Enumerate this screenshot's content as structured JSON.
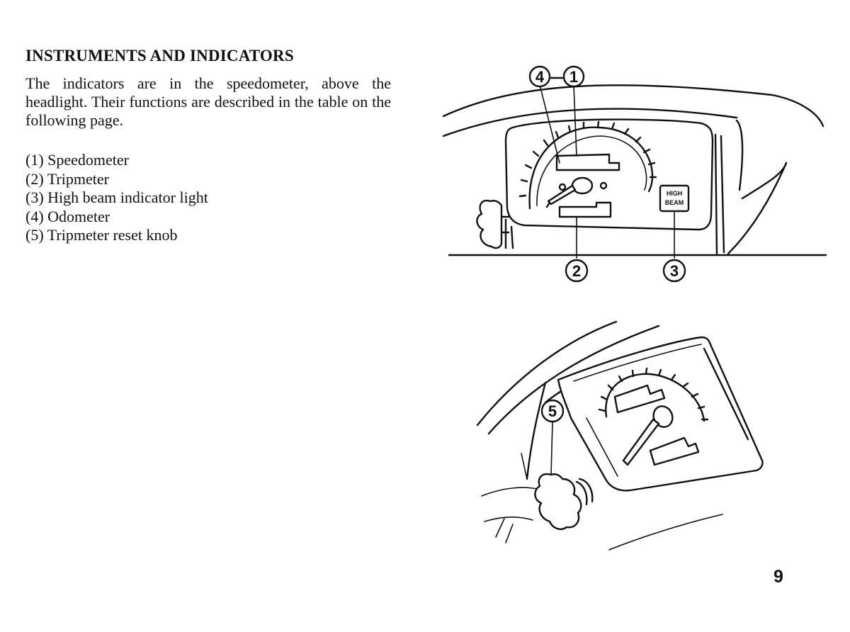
{
  "heading": "INSTRUMENTS AND INDICATORS",
  "intro": "The indicators are in the speedometer, above the headlight. Their functions are described in the table on the following page.",
  "parts": [
    "(1) Speedometer",
    "(2) Tripmeter",
    "(3) High beam indicator light",
    "(4) Odometer",
    "(5) Tripmeter reset knob"
  ],
  "figure_top": {
    "callouts": [
      "4",
      "1",
      "2",
      "3"
    ],
    "indicator_label": [
      "HIGH",
      "BEAM"
    ]
  },
  "figure_bottom": {
    "callouts": [
      "5"
    ]
  },
  "page_number": "9"
}
